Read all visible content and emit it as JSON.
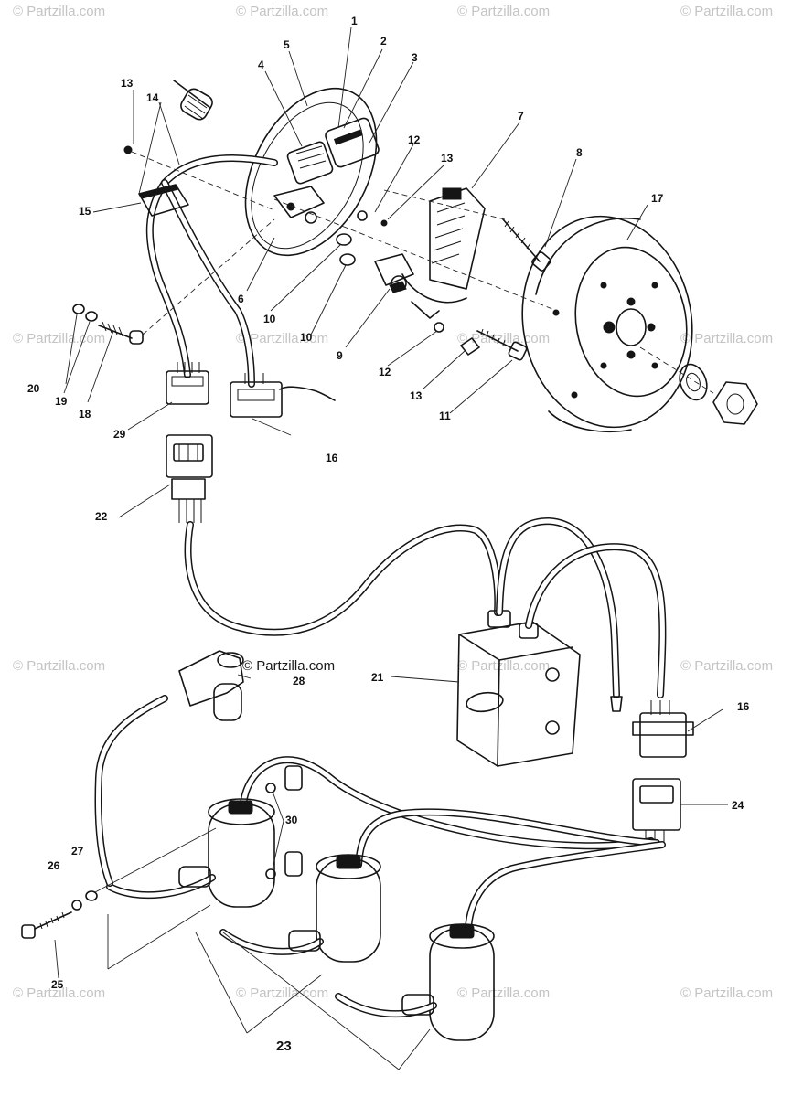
{
  "watermarks": {
    "text": "© Partzilla.com",
    "center_text": "© Partzilla.com"
  },
  "callouts": [
    {
      "id": "c1",
      "text": "1"
    },
    {
      "id": "c2",
      "text": "2"
    },
    {
      "id": "c3",
      "text": "3"
    },
    {
      "id": "c4",
      "text": "4"
    },
    {
      "id": "c5",
      "text": "5"
    },
    {
      "id": "c6",
      "text": "6"
    },
    {
      "id": "c7",
      "text": "7"
    },
    {
      "id": "c8",
      "text": "8"
    },
    {
      "id": "c9",
      "text": "9"
    },
    {
      "id": "c10a",
      "text": "10"
    },
    {
      "id": "c10b",
      "text": "10"
    },
    {
      "id": "c11",
      "text": "11"
    },
    {
      "id": "c12a",
      "text": "12"
    },
    {
      "id": "c12b",
      "text": "12"
    },
    {
      "id": "c13a",
      "text": "13"
    },
    {
      "id": "c13b",
      "text": "13"
    },
    {
      "id": "c13c",
      "text": "13"
    },
    {
      "id": "c14",
      "text": "14"
    },
    {
      "id": "c15",
      "text": "15"
    },
    {
      "id": "c16a",
      "text": "16"
    },
    {
      "id": "c16b",
      "text": "16"
    },
    {
      "id": "c17",
      "text": "17"
    },
    {
      "id": "c18",
      "text": "18"
    },
    {
      "id": "c19",
      "text": "19"
    },
    {
      "id": "c20",
      "text": "20"
    },
    {
      "id": "c21",
      "text": "21"
    },
    {
      "id": "c22",
      "text": "22"
    },
    {
      "id": "c23",
      "text": "23"
    },
    {
      "id": "c24",
      "text": "24"
    },
    {
      "id": "c25",
      "text": "25"
    },
    {
      "id": "c26",
      "text": "26"
    },
    {
      "id": "c27",
      "text": "27"
    },
    {
      "id": "c28",
      "text": "28"
    },
    {
      "id": "c29",
      "text": "29"
    },
    {
      "id": "c30",
      "text": "30"
    }
  ]
}
